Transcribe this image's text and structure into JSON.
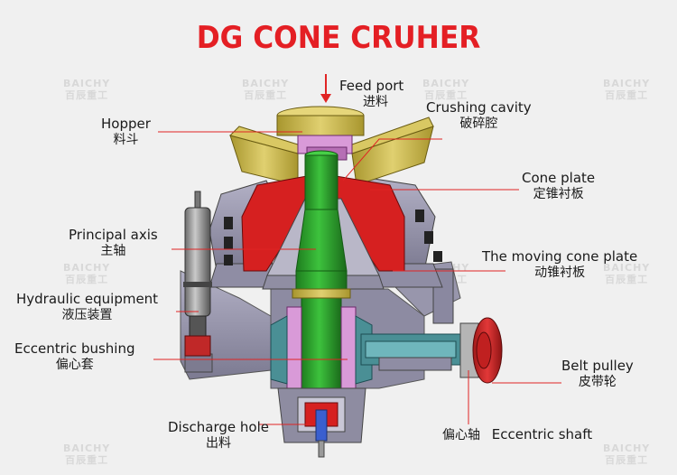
{
  "title": "DG CONE CRUHER",
  "colors": {
    "title": "#e41f24",
    "leader_line": "#e02424",
    "shaft_green": "#2ca32c",
    "liner_red": "#d62020",
    "frame_grey": "#9a98ad",
    "pink": "#d99ad8",
    "gold": "#c9b84a",
    "teal": "#4a8f95"
  },
  "labels": {
    "feed_port": {
      "en": "Feed port",
      "zh": "进料"
    },
    "crushing_cavity": {
      "en": "Crushing cavity",
      "zh": "破碎腔"
    },
    "hopper": {
      "en": "Hopper",
      "zh": "料斗"
    },
    "cone_plate": {
      "en": "Cone plate",
      "zh": "定锥衬板"
    },
    "principal_axis": {
      "en": "Principal axis",
      "zh": "主轴"
    },
    "moving_cone_plate": {
      "en": "The moving cone plate",
      "zh": "动锥衬板"
    },
    "hydraulic_equipment": {
      "en": "Hydraulic equipment",
      "zh": "液压装置"
    },
    "eccentric_bushing": {
      "en": "Eccentric bushing",
      "zh": "偏心套"
    },
    "belt_pulley": {
      "en": "Belt pulley",
      "zh": "皮带轮"
    },
    "discharge_hole": {
      "en": "Discharge hole",
      "zh": "出料"
    },
    "eccentric_shaft": {
      "en": "Eccentric shaft",
      "zh": "偏心轴"
    }
  },
  "watermark": {
    "brand": "BAICHY",
    "zh": "百辰重工"
  }
}
